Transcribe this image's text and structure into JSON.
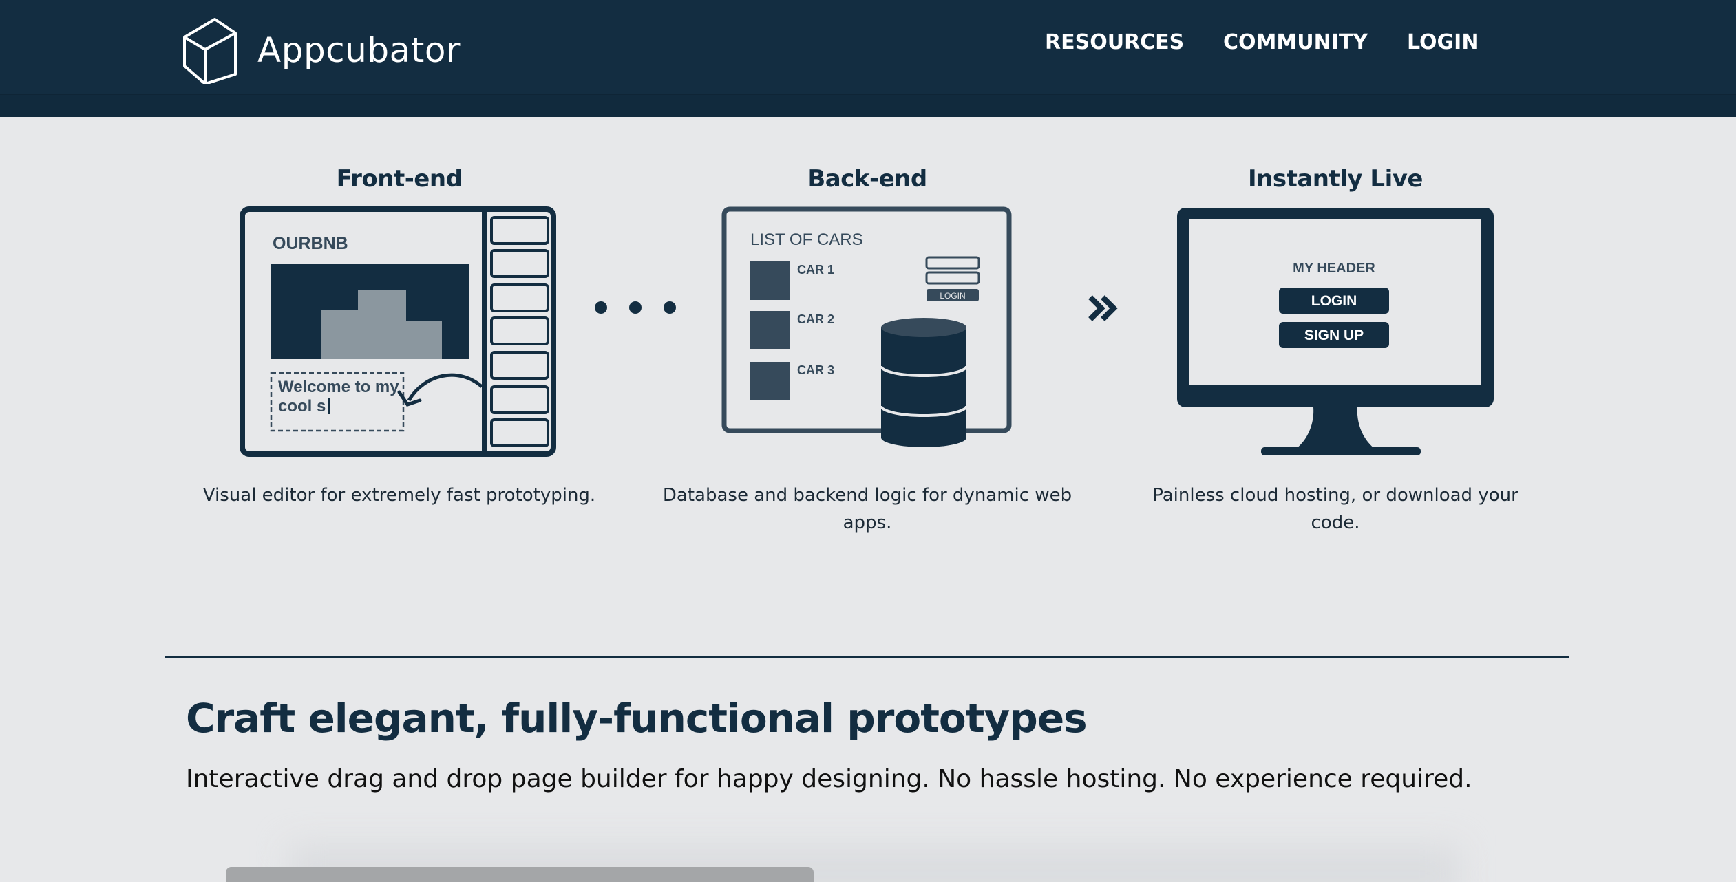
{
  "brand": {
    "name": "Appcubator"
  },
  "nav": {
    "items": [
      "RESOURCES",
      "COMMUNITY",
      "LOGIN"
    ]
  },
  "features": [
    {
      "title": "Front-end",
      "description": "Visual editor for extremely fast prototyping.",
      "illustration": {
        "site_name": "OURBNB",
        "editing_text_line1": "Welcome to my",
        "editing_text_line2": "cool s"
      }
    },
    {
      "title": "Back-end",
      "description": "Database and backend logic for dynamic web apps.",
      "illustration": {
        "list_title": "LIST OF CARS",
        "items": [
          "CAR 1",
          "CAR 2",
          "CAR 3"
        ],
        "login_button": "LOGIN"
      }
    },
    {
      "title": "Instantly Live",
      "description": "Painless cloud hosting, or download your code.",
      "illustration": {
        "header": "MY HEADER",
        "login_button": "LOGIN",
        "signup_button": "SIGN UP"
      }
    }
  ],
  "hero": {
    "headline": "Craft elegant, fully-functional prototypes",
    "subline": "Interactive drag and drop page builder for happy designing. No hassle hosting. No experience required."
  },
  "colors": {
    "navy": "#132d41",
    "background": "#e7e8ea",
    "slate": "#364a5b",
    "grey": "#8b979f"
  },
  "icons": {
    "logo": "cube-icon",
    "connector": "ellipsis-icon",
    "arrow": "double-chevron-right-icon"
  }
}
